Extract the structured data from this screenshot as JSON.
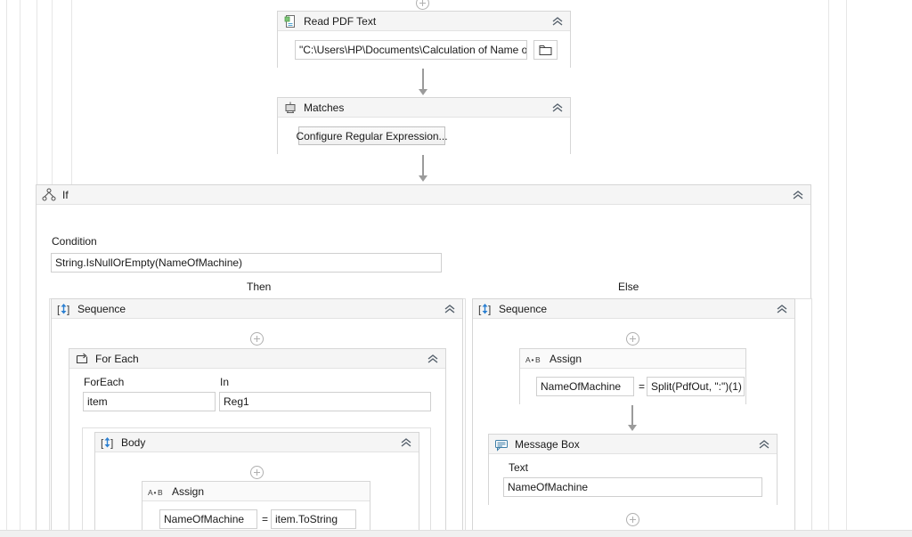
{
  "app": {
    "kind": "workflow-designer"
  },
  "colors": {
    "header_bg": "#f5f5f5",
    "card_border": "#d6d6d6",
    "connector": "#9b9b9b",
    "field_border": "#cfcfcf",
    "canvas_bg": "#ffffff"
  },
  "activities": {
    "read_pdf": {
      "title": "Read PDF Text",
      "icon": "pdf-document-icon",
      "file_path": "\"C:\\Users\\HP\\Documents\\Calculation of Name of",
      "browse_icon": "folder-icon",
      "collapse_icon": "chevron-up-icon"
    },
    "matches": {
      "title": "Matches",
      "icon": "matches-regex-icon",
      "configure_button": "Configure Regular Expression...",
      "collapse_icon": "chevron-up-icon"
    },
    "if": {
      "title": "If",
      "icon": "if-branch-icon",
      "condition_label": "Condition",
      "condition_value": "String.IsNullOrEmpty(NameOfMachine)",
      "then_label": "Then",
      "else_label": "Else",
      "collapse_icon": "chevron-up-icon"
    },
    "then_sequence": {
      "title": "Sequence",
      "icon": "sequence-icon",
      "collapse_icon": "chevron-up-icon"
    },
    "for_each": {
      "title": "For Each",
      "icon": "for-each-loop-icon",
      "foreach_label": "ForEach",
      "foreach_value": "item",
      "in_label": "In",
      "in_value": "Reg1",
      "collapse_icon": "chevron-up-icon"
    },
    "body": {
      "title": "Body",
      "icon": "sequence-icon",
      "collapse_icon": "chevron-up-icon"
    },
    "assign_then": {
      "title": "Assign",
      "icon": "assign-ab-icon",
      "left_value": "NameOfMachine",
      "operator": "=",
      "right_value": "item.ToString"
    },
    "else_sequence": {
      "title": "Sequence",
      "icon": "sequence-icon",
      "collapse_icon": "chevron-up-icon"
    },
    "assign_else": {
      "title": "Assign",
      "icon": "assign-ab-icon",
      "left_value": "NameOfMachine",
      "operator": "=",
      "right_value": "Split(PdfOut, \":\")(1)"
    },
    "message_box": {
      "title": "Message Box",
      "icon": "message-box-icon",
      "text_label": "Text",
      "text_value": "NameOfMachine",
      "collapse_icon": "chevron-up-icon"
    }
  },
  "add_nodes": {
    "label": "add-activity-node"
  }
}
